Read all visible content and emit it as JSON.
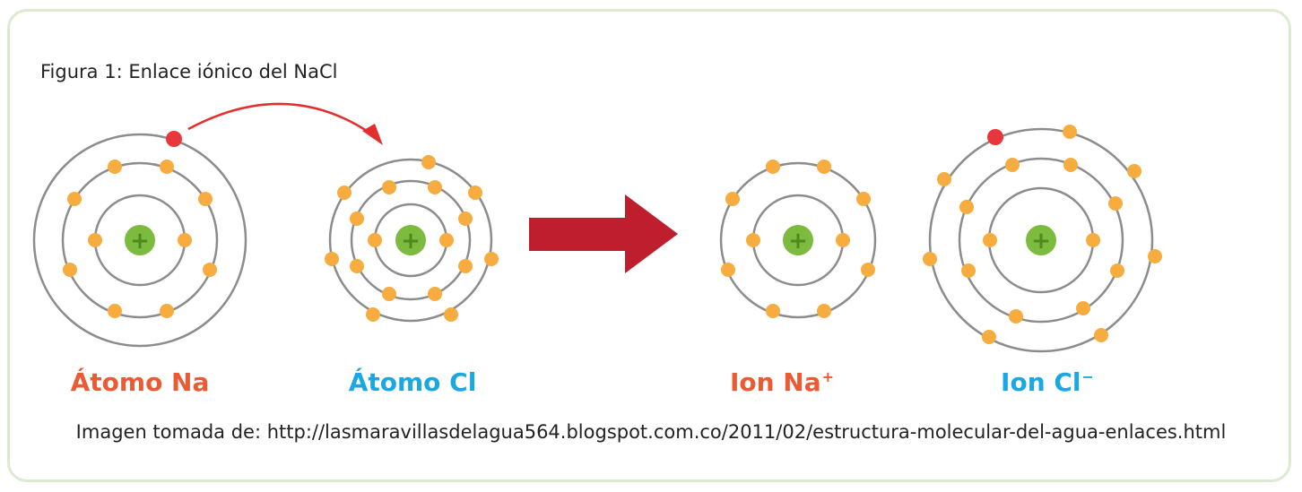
{
  "caption": "Figura 1: Enlace iónico del NaCl",
  "labels": {
    "na_atom": "Átomo Na",
    "cl_atom": "Átomo Cl",
    "na_ion": "Ion Na",
    "na_ion_charge": "+",
    "cl_ion": "Ion Cl",
    "cl_ion_charge": "−"
  },
  "nucleus_symbol": "+",
  "source": "Imagen tomada de: http://lasmaravillasdelagua564.blogspot.com.co/2011/02/estructura-molecular-del-agua-enlaces.html",
  "colors": {
    "orbit": "#8c8c8c",
    "electron": "#f7ac3f",
    "electron_transferred": "#e8363b",
    "nucleus": "#7dbb3f",
    "arrow_big": "#be1e2d",
    "arrow_curve": "#e42d2d",
    "na_label": "#ea5a33",
    "cl_label": "#1ba8e2"
  }
}
